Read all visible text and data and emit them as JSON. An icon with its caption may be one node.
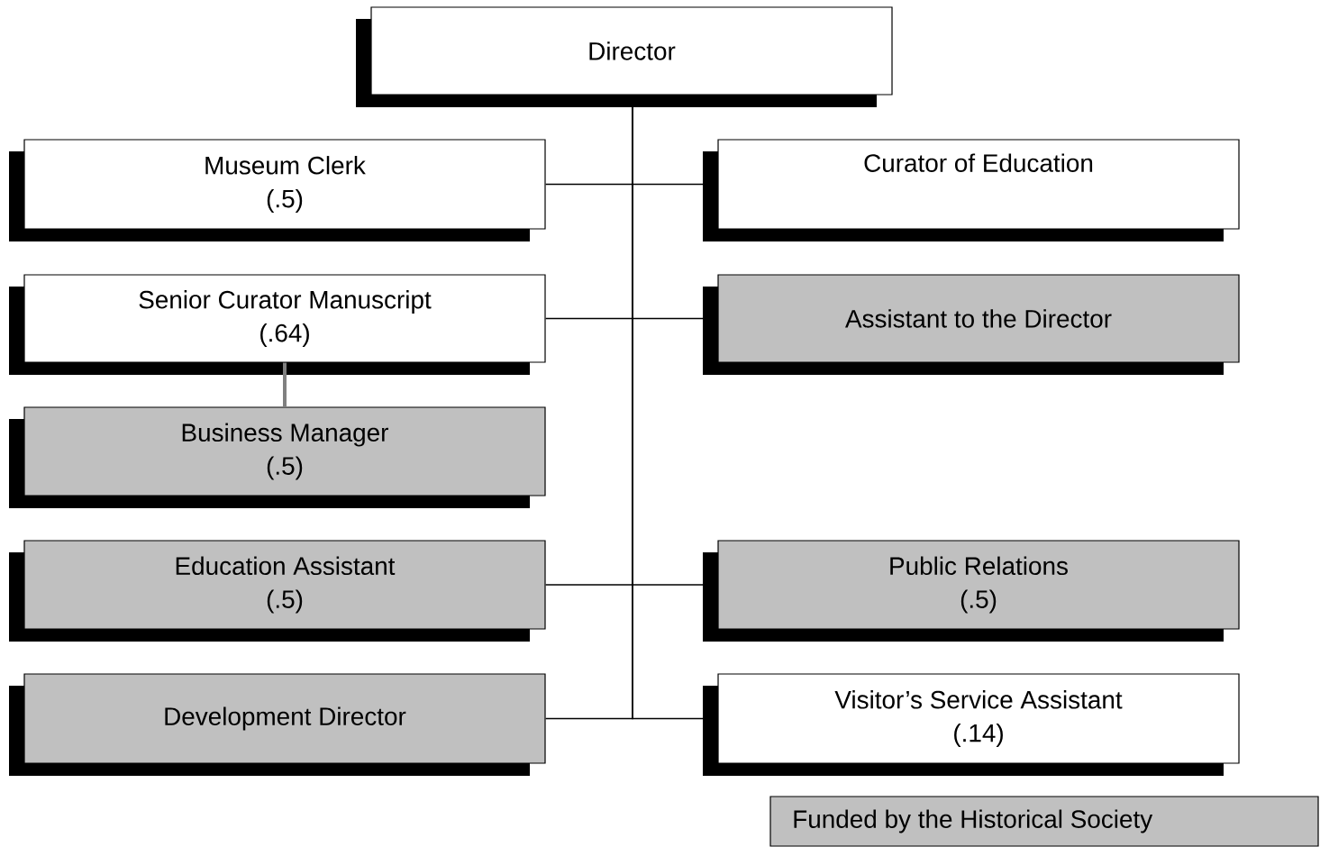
{
  "diagram": {
    "nodes": [
      {
        "text": [
          "Director"
        ]
      },
      {
        "text": [
          "Museum Clerk",
          "(.5)"
        ]
      },
      {
        "text": [
          "Curator of Education"
        ]
      },
      {
        "text": [
          "Senior Curator Manuscript",
          "(.64)"
        ]
      },
      {
        "text": [
          "Assistant to the Director"
        ]
      },
      {
        "text": [
          "Business Manager",
          "(.5)"
        ]
      },
      {
        "text": [
          "Education Assistant",
          "(.5)"
        ]
      },
      {
        "text": [
          "Public Relations",
          "(.5)"
        ]
      },
      {
        "text": [
          "Development Director"
        ]
      },
      {
        "text": [
          "Visitor’s Service Assistant",
          "(.14)"
        ]
      }
    ],
    "edges": [
      {
        "from": 0,
        "to": 1,
        "arrow": "none"
      },
      {
        "from": 0,
        "to": 2,
        "arrow": "none"
      },
      {
        "from": 0,
        "to": 3,
        "arrow": "none"
      },
      {
        "from": 0,
        "to": 4,
        "arrow": "none"
      },
      {
        "from": 3,
        "to": 5,
        "arrow": "none",
        "style": "thick",
        "color": "#808080"
      },
      {
        "from": 0,
        "to": 6,
        "arrow": "none"
      },
      {
        "from": 0,
        "to": 7,
        "arrow": "none"
      },
      {
        "from": 0,
        "to": 8,
        "arrow": "none"
      },
      {
        "from": 0,
        "to": 9,
        "arrow": "none"
      }
    ],
    "legend": [
      {
        "text": "Funded by the Historical Society",
        "color": "#c0c0c0"
      }
    ]
  }
}
